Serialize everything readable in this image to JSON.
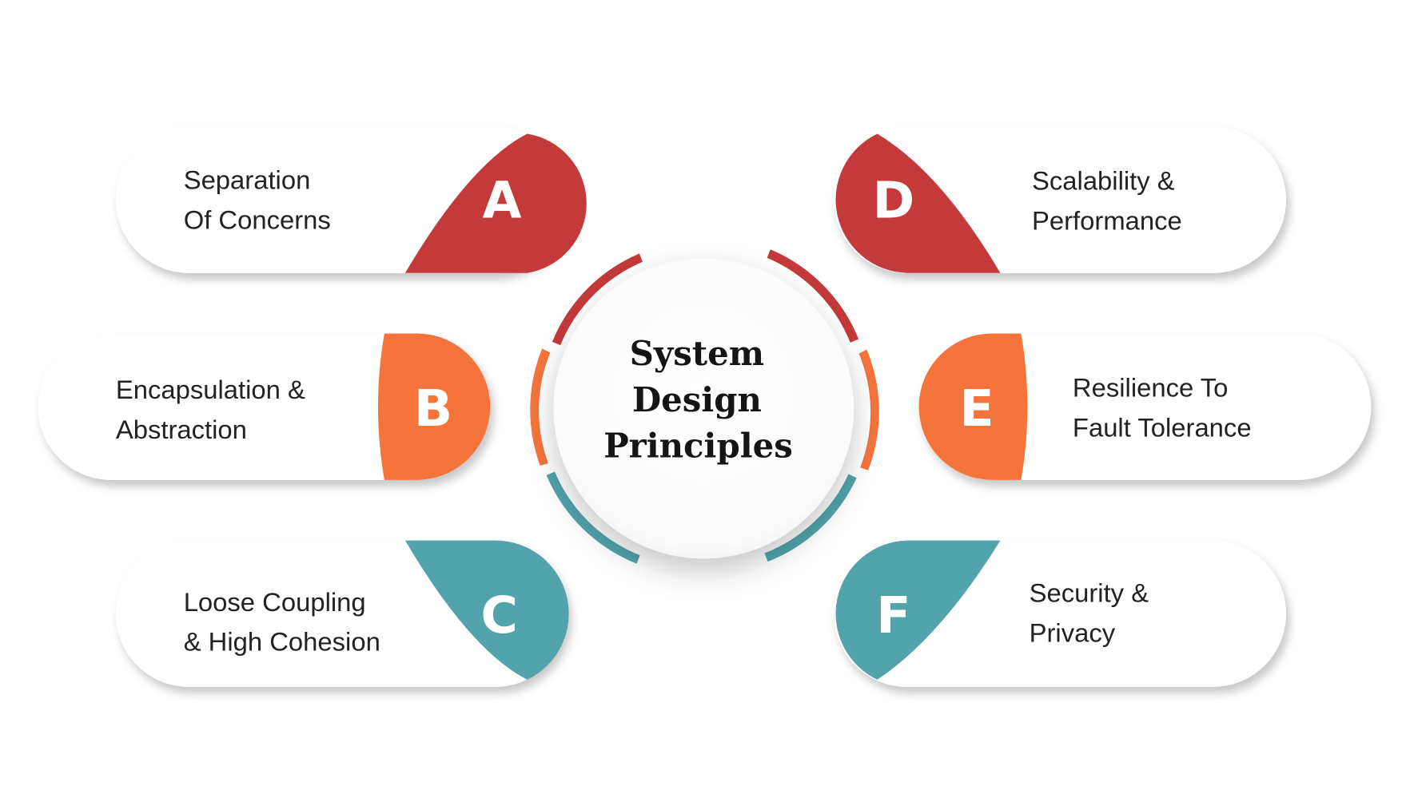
{
  "title_lines": [
    "System",
    "Design",
    "Principles"
  ],
  "colors": {
    "red": "#C4393A",
    "orange": "#F5743C",
    "teal": "#52A3AC",
    "card_fill": "#FFFFFF",
    "text": "#222222"
  },
  "cards": [
    {
      "letter": "A",
      "color": "#C4393A",
      "lines": [
        "Separation",
        "Of Concerns"
      ]
    },
    {
      "letter": "B",
      "color": "#F5743C",
      "lines": [
        "Encapsulation &",
        "Abstraction"
      ]
    },
    {
      "letter": "C",
      "color": "#52A3AC",
      "lines": [
        "Loose Coupling",
        "& High Cohesion"
      ]
    },
    {
      "letter": "D",
      "color": "#C4393A",
      "lines": [
        "Scalability &",
        "Performance"
      ]
    },
    {
      "letter": "E",
      "color": "#F5743C",
      "lines": [
        "Resilience To",
        "Fault Tolerance"
      ]
    },
    {
      "letter": "F",
      "color": "#52A3AC",
      "lines": [
        "Security &",
        "Privacy"
      ]
    }
  ]
}
